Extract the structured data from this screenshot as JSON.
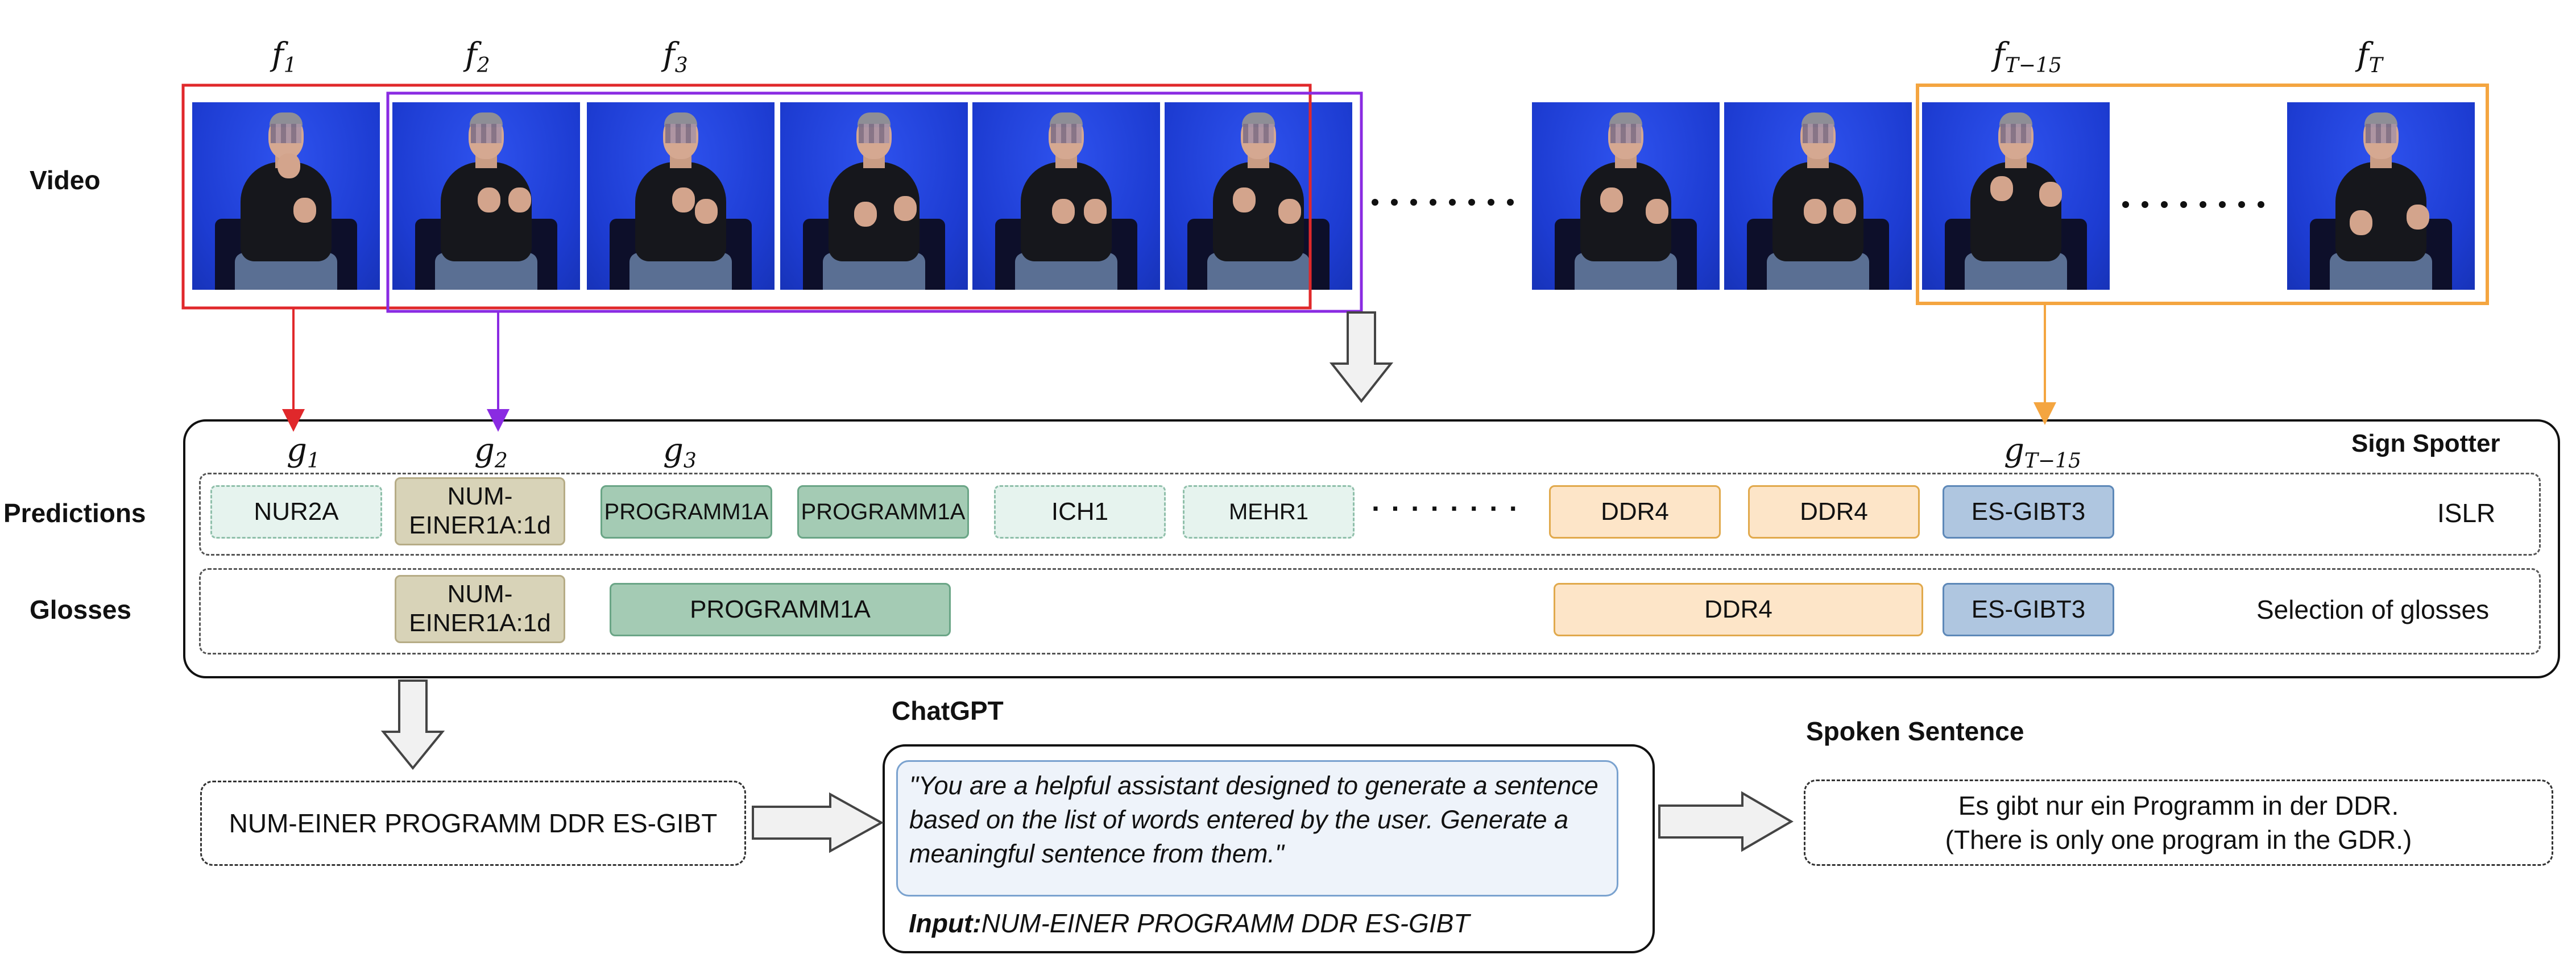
{
  "rows": {
    "video": "Video",
    "predictions": "Predictions",
    "glosses": "Glosses"
  },
  "frame_labels": {
    "f1": {
      "base": "f",
      "sub": "1"
    },
    "f2": {
      "base": "f",
      "sub": "2"
    },
    "f3": {
      "base": "f",
      "sub": "3"
    },
    "fT15": {
      "base": "f",
      "sub": "T−15"
    },
    "fT": {
      "base": "f",
      "sub": "T"
    }
  },
  "gloss_labels": {
    "g1": {
      "base": "g",
      "sub": "1"
    },
    "g2": {
      "base": "g",
      "sub": "2"
    },
    "g3": {
      "base": "g",
      "sub": "3"
    },
    "gT15": {
      "base": "g",
      "sub": "T−15"
    }
  },
  "sign_spotter": {
    "title": "Sign Spotter",
    "islr_label": "ISLR",
    "selection_label": "Selection of glosses",
    "predictions": [
      "NUR2A",
      "NUM-\nEINER1A:1d",
      "PROGRAMM1A",
      "PROGRAMM1A",
      "ICH1",
      "MEHR1",
      "DDR4",
      "DDR4",
      "ES-GIBT3"
    ],
    "glosses": [
      "NUM-\nEINER1A:1d",
      "PROGRAMM1A",
      "DDR4",
      "ES-GIBT3"
    ],
    "ellipsis": "· · · · · · · ·"
  },
  "chatgpt": {
    "title": "ChatGPT",
    "prompt": "\"You are a helpful assistant designed to generate a sentence based on the list of words entered by the user. Generate a meaningful sentence from them.\"",
    "input_label": "Input:",
    "input_value": "NUM-EINER PROGRAMM DDR ES-GIBT"
  },
  "gloss_sequence": "NUM-EINER PROGRAMM DDR ES-GIBT",
  "spoken": {
    "title": "Spoken Sentence",
    "line1": "Es gibt nur ein Programm in der DDR.",
    "line2": "(There is only one program in the GDR.)"
  },
  "colors": {
    "window_red": "#e0282b",
    "window_purple": "#8a2be2",
    "window_orange": "#f4a540",
    "frame_blue": "#1f3fd6"
  }
}
